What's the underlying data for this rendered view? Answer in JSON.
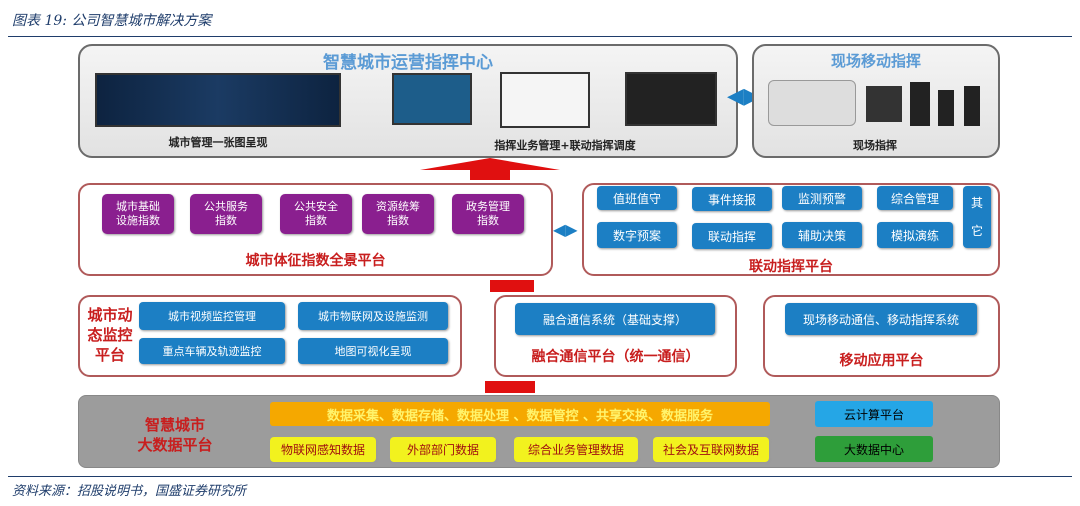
{
  "caption": "图表 19:  公司智慧城市解决方案",
  "source": "资料来源：招股说明书，国盛证券研究所",
  "command_center": {
    "title": "智慧城市运营指挥中心",
    "label_left": "城市管理一张图呈现",
    "label_right": "指挥业务管理+联动指挥调度"
  },
  "field_command": {
    "title": "现场移动指挥",
    "label": "现场指挥"
  },
  "index_platform": {
    "title": "城市体征指数全景平台",
    "items": [
      "城市基础\n设施指数",
      "公共服务\n指数",
      "公共安全\n指数",
      "资源统筹\n指数",
      "政务管理\n指数"
    ]
  },
  "linkage_platform": {
    "title": "联动指挥平台",
    "items": [
      "值班值守",
      "事件接报",
      "监测预警",
      "综合管理",
      "数字预案",
      "联动指挥",
      "辅助决策",
      "模拟演练"
    ],
    "other": "其\n它"
  },
  "monitor_platform": {
    "title": "城市动\n态监控\n平台",
    "items": [
      "城市视频监控管理",
      "城市物联网及设施监测",
      "重点车辆及轨迹监控",
      "地图可视化呈现"
    ]
  },
  "comm_platform": {
    "title": "融合通信平台（统一通信）",
    "item": "融合通信系统（基础支撑）"
  },
  "mobile_platform": {
    "title": "移动应用平台",
    "item": "现场移动通信、移动指挥系统"
  },
  "bigdata_platform": {
    "title": "智慧城市\n大数据平台",
    "services": "数据采集、数据存储、数据处理 、数据管控 、共享交换、数据服务",
    "sources": [
      "物联网感知数据",
      "外部部门数据",
      "综合业务管理数据",
      "社会及互联网数据"
    ],
    "cloud": "云计算平台",
    "center": "大数据中心"
  }
}
